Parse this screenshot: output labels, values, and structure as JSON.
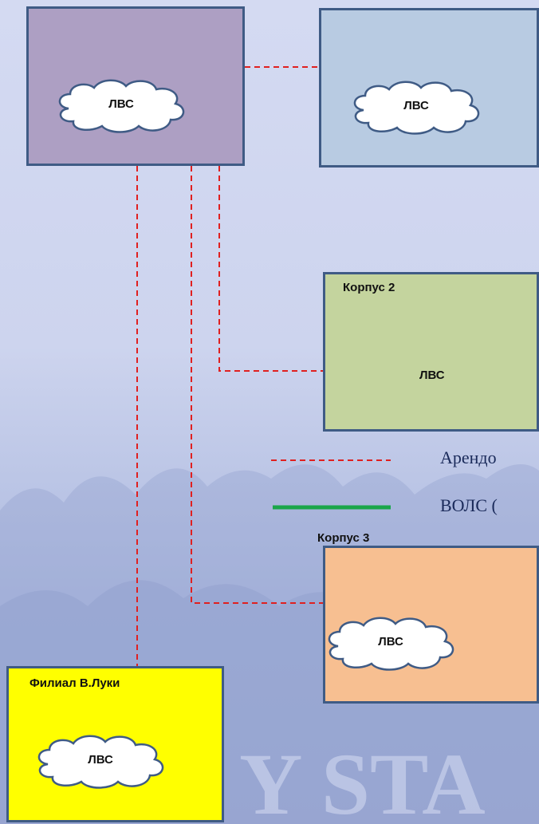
{
  "nodes": {
    "main": {
      "label": "",
      "lan": "ЛВС",
      "color": "#ad9fc3"
    },
    "second": {
      "label": "",
      "lan": "ЛВС",
      "color": "#b8cbe2"
    },
    "korpus2": {
      "label": "Корпус 2",
      "lan": "ЛВС",
      "color": "#c4d49e"
    },
    "korpus3": {
      "label": "Корпус 3",
      "lan": "ЛВС",
      "color": "#f7bf91"
    },
    "filial": {
      "label": "Филиал В.Луки",
      "lan": "ЛВС",
      "color": "#ffff00"
    }
  },
  "legend": {
    "leased": {
      "text": "Арендо",
      "color": "#e02020"
    },
    "fiber": {
      "text": "ВОЛС (",
      "color": "#1aa64a"
    }
  },
  "watermark": "Y STA"
}
